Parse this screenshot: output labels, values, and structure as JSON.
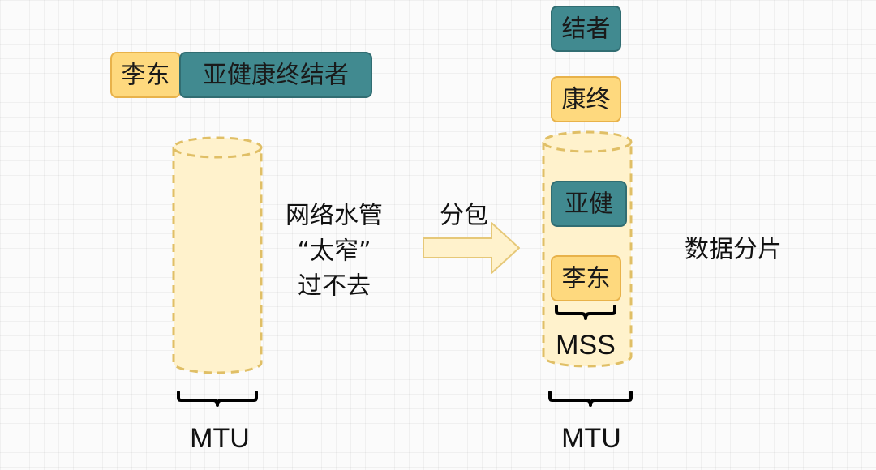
{
  "colors": {
    "orange_fill": "#fed97e",
    "orange_stroke": "#e8b24a",
    "teal_fill": "#418a90",
    "teal_stroke": "#316d72",
    "pipe_fill": "#fff2cc",
    "pipe_stroke": "#e0bf66",
    "arrow_fill": "#fff2cc",
    "arrow_stroke": "#e6c878",
    "brace": "#000000"
  },
  "left": {
    "packet": {
      "head": "李东",
      "tail": "亚健康终结者"
    },
    "pipe_note_lines": [
      "网络水管",
      "“太窄”",
      "过不去"
    ],
    "mtu_label": "MTU"
  },
  "arrow_label": "分包",
  "right": {
    "fragments": [
      {
        "text": "结者",
        "color": "teal"
      },
      {
        "text": "康终",
        "color": "orange"
      },
      {
        "text": "亚健",
        "color": "teal"
      },
      {
        "text": "李东",
        "color": "orange"
      }
    ],
    "mss_label": "MSS",
    "mtu_label": "MTU",
    "caption": "数据分片"
  }
}
